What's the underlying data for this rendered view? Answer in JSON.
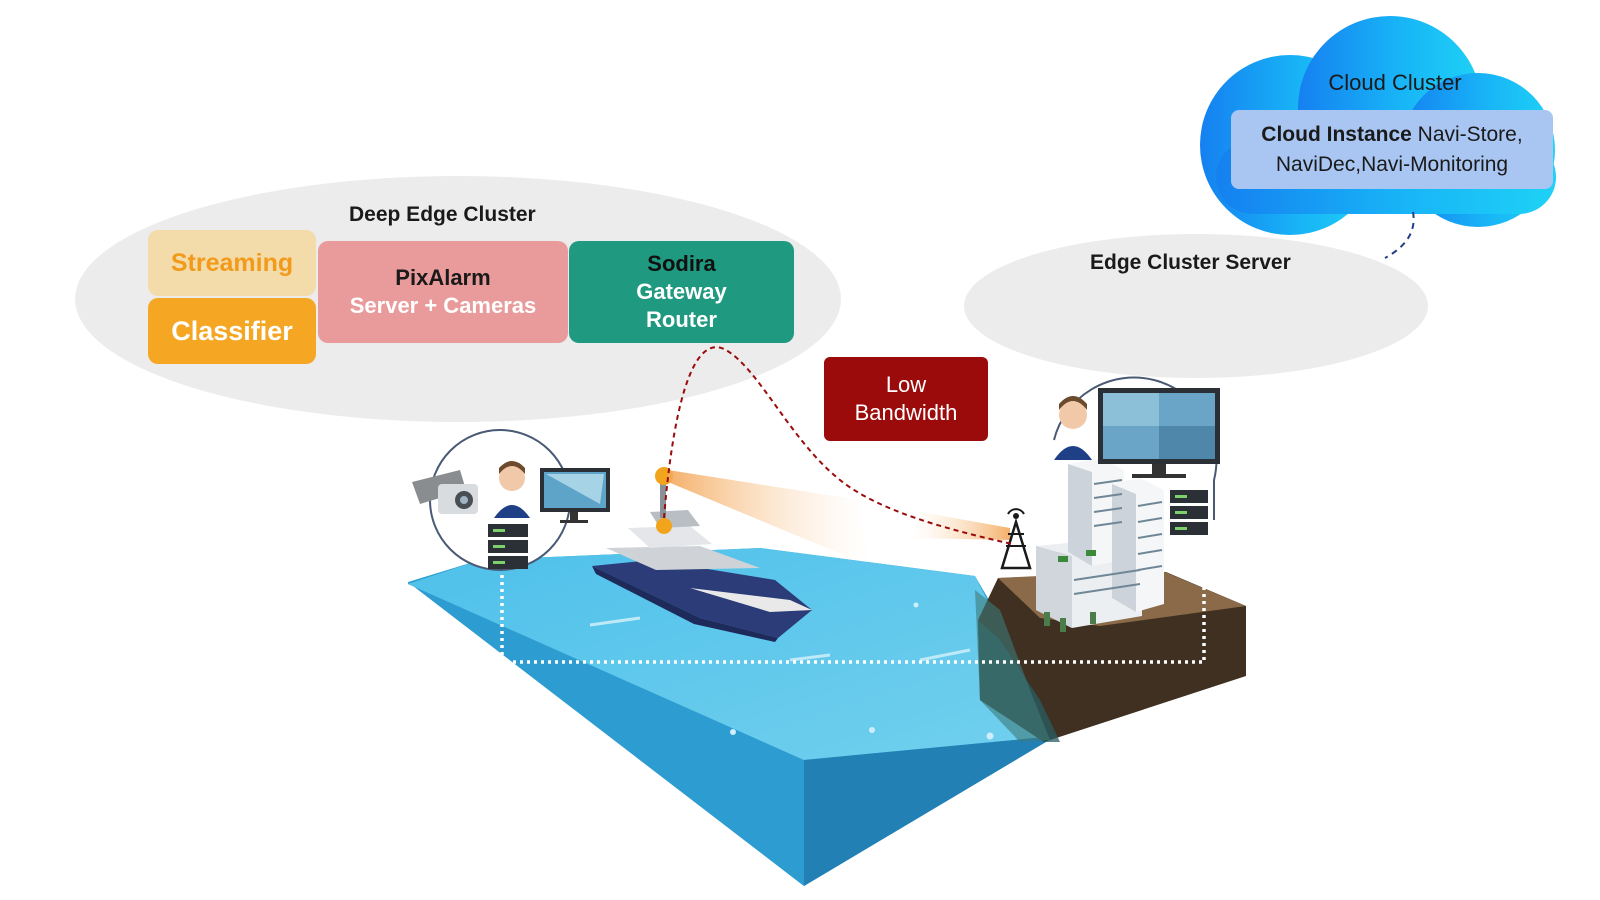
{
  "deep_edge_cluster": {
    "title": "Deep Edge Cluster",
    "streaming": "Streaming",
    "classifier": "Classifier",
    "pixalarm_line1": "PixAlarm",
    "pixalarm_line2": "Server + Cameras",
    "sodira_line1": "Sodira",
    "sodira_line2": "Gateway",
    "sodira_line3": "Router"
  },
  "link": {
    "low_bandwidth_line1": "Low",
    "low_bandwidth_line2": "Bandwidth"
  },
  "edge_cluster": {
    "title": "Edge Cluster Server"
  },
  "cloud_cluster": {
    "title": "Cloud Cluster",
    "instance_bold": "Cloud Instance",
    "instance_rest1": " Navi-Store,",
    "instance_line2": "NaviDec,Navi-Monitoring"
  },
  "colors": {
    "streaming_bg": "#f3dcaa",
    "classifier_bg": "#f5a623",
    "pixalarm_bg": "#e99b9b",
    "sodira_bg": "#1f9980",
    "bandwidth_bg": "#9b0b0b",
    "cloud": "#1aa9f5",
    "cloud_instance_bg": "#a9c6f3",
    "sea": "#3aa8d8",
    "land": "#5a4632"
  }
}
